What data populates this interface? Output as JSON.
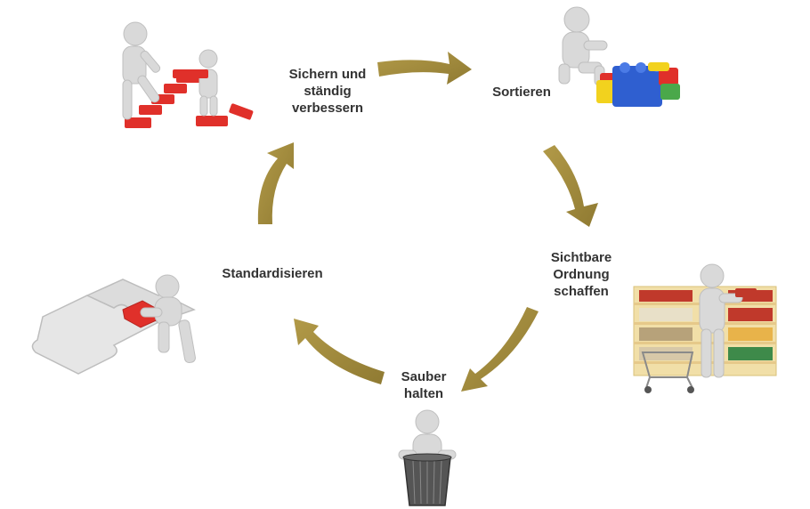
{
  "steps": {
    "sichern": {
      "lines": [
        "Sichern und",
        "ständig",
        "verbessern"
      ],
      "icon": "staircase-figures-icon"
    },
    "sortieren": {
      "lines": [
        "Sortieren"
      ],
      "icon": "building-blocks-figure-icon"
    },
    "sichtbar": {
      "lines": [
        "Sichtbare",
        "Ordnung",
        "schaffen"
      ],
      "icon": "store-shelf-figure-icon"
    },
    "sauber": {
      "lines": [
        "Sauber",
        "halten"
      ],
      "icon": "trash-bin-figure-icon"
    },
    "standard": {
      "lines": [
        "Standardisieren"
      ],
      "icon": "puzzle-figure-icon"
    }
  },
  "colors": {
    "arrow": "#a08c3c",
    "text": "#333333",
    "figure": "#d9d9d9",
    "accent_red": "#e0302a",
    "block_blue": "#2f5fd0",
    "block_yellow": "#f2d21e",
    "block_green": "#4aa84a"
  }
}
